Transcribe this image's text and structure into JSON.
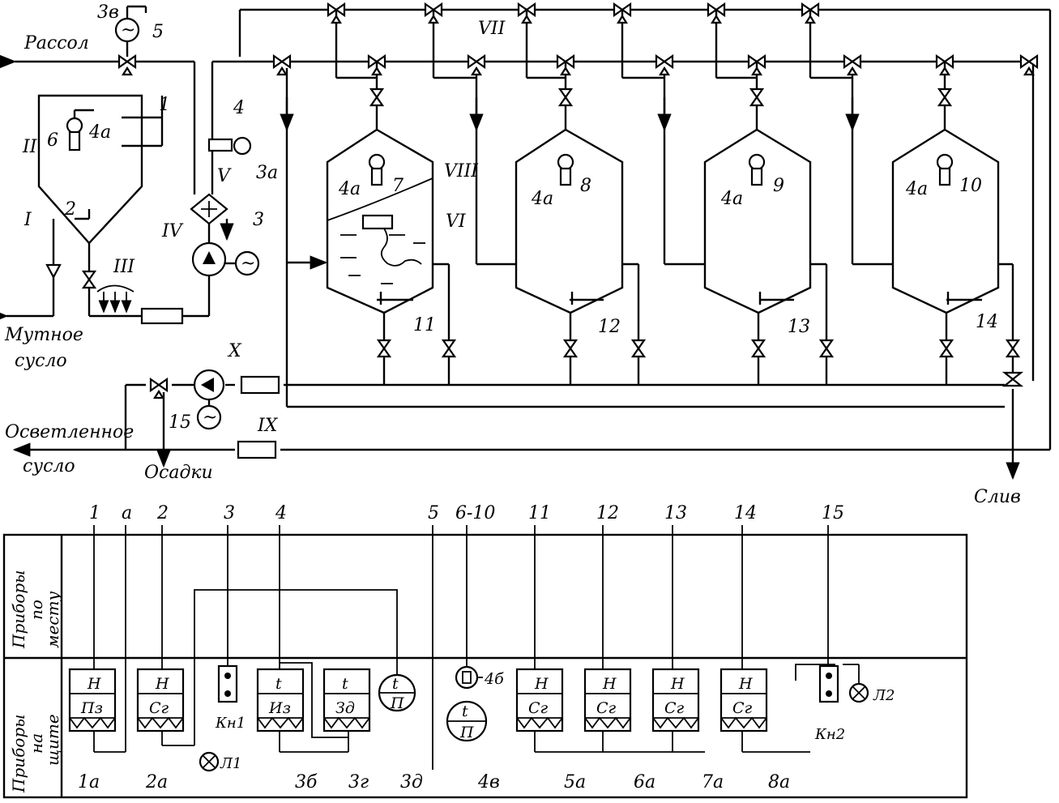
{
  "streams": {
    "brine": "Рассол",
    "turbid_wort_1": "Мутное",
    "turbid_wort_2": "сусло",
    "clarified_wort_1": "Осветленное",
    "clarified_wort_2": "сусло",
    "sediment": "Осадки",
    "drain": "Слив"
  },
  "roman": {
    "I": "I",
    "II": "II",
    "III": "III",
    "IV": "IV",
    "V": "V",
    "VI": "VI",
    "VII": "VII",
    "VIII": "VIII",
    "IX": "IX",
    "X": "X"
  },
  "tags": {
    "t1": "1",
    "t2": "2",
    "t3": "3",
    "t3a": "3а",
    "t3v": "3в",
    "t4": "4",
    "t4a": "4а",
    "t5": "5",
    "t6": "6",
    "t7": "7",
    "t8": "8",
    "t9": "9",
    "t10": "10",
    "t11": "11",
    "t12": "12",
    "t13": "13",
    "t14": "14",
    "t15": "15"
  },
  "panel": {
    "row_field_1": "Приборы",
    "row_field_2": "по",
    "row_field_3": "месту",
    "row_board_1": "Приборы",
    "row_board_2": "на",
    "row_board_3": "щите",
    "top_labels": [
      "1",
      "а",
      "2",
      "3",
      "4",
      "5",
      "6-10",
      "11",
      "12",
      "13",
      "14",
      "15"
    ],
    "bottom_labels": [
      "1а",
      "2а",
      "3б",
      "3г",
      "3д",
      "4в",
      "5а",
      "6а",
      "7а",
      "8а"
    ],
    "instruments": [
      {
        "top": "H",
        "bottom": "Пз"
      },
      {
        "top": "H",
        "bottom": "Сг"
      },
      {
        "top": "t",
        "bottom": "Из"
      },
      {
        "top": "t",
        "bottom": "Зд"
      },
      {
        "top": "H",
        "bottom": "Сг"
      },
      {
        "top": "H",
        "bottom": "Сг"
      },
      {
        "top": "H",
        "bottom": "Сг"
      },
      {
        "top": "H",
        "bottom": "Сг"
      }
    ],
    "circle_3d": {
      "top": "t",
      "bottom": "П"
    },
    "circle_4v": {
      "top": "t",
      "bottom": "П"
    },
    "label_4b": "4б",
    "buttons": [
      "Кн1",
      "Кн2"
    ],
    "lamps": [
      "Л1",
      "Л2"
    ]
  }
}
